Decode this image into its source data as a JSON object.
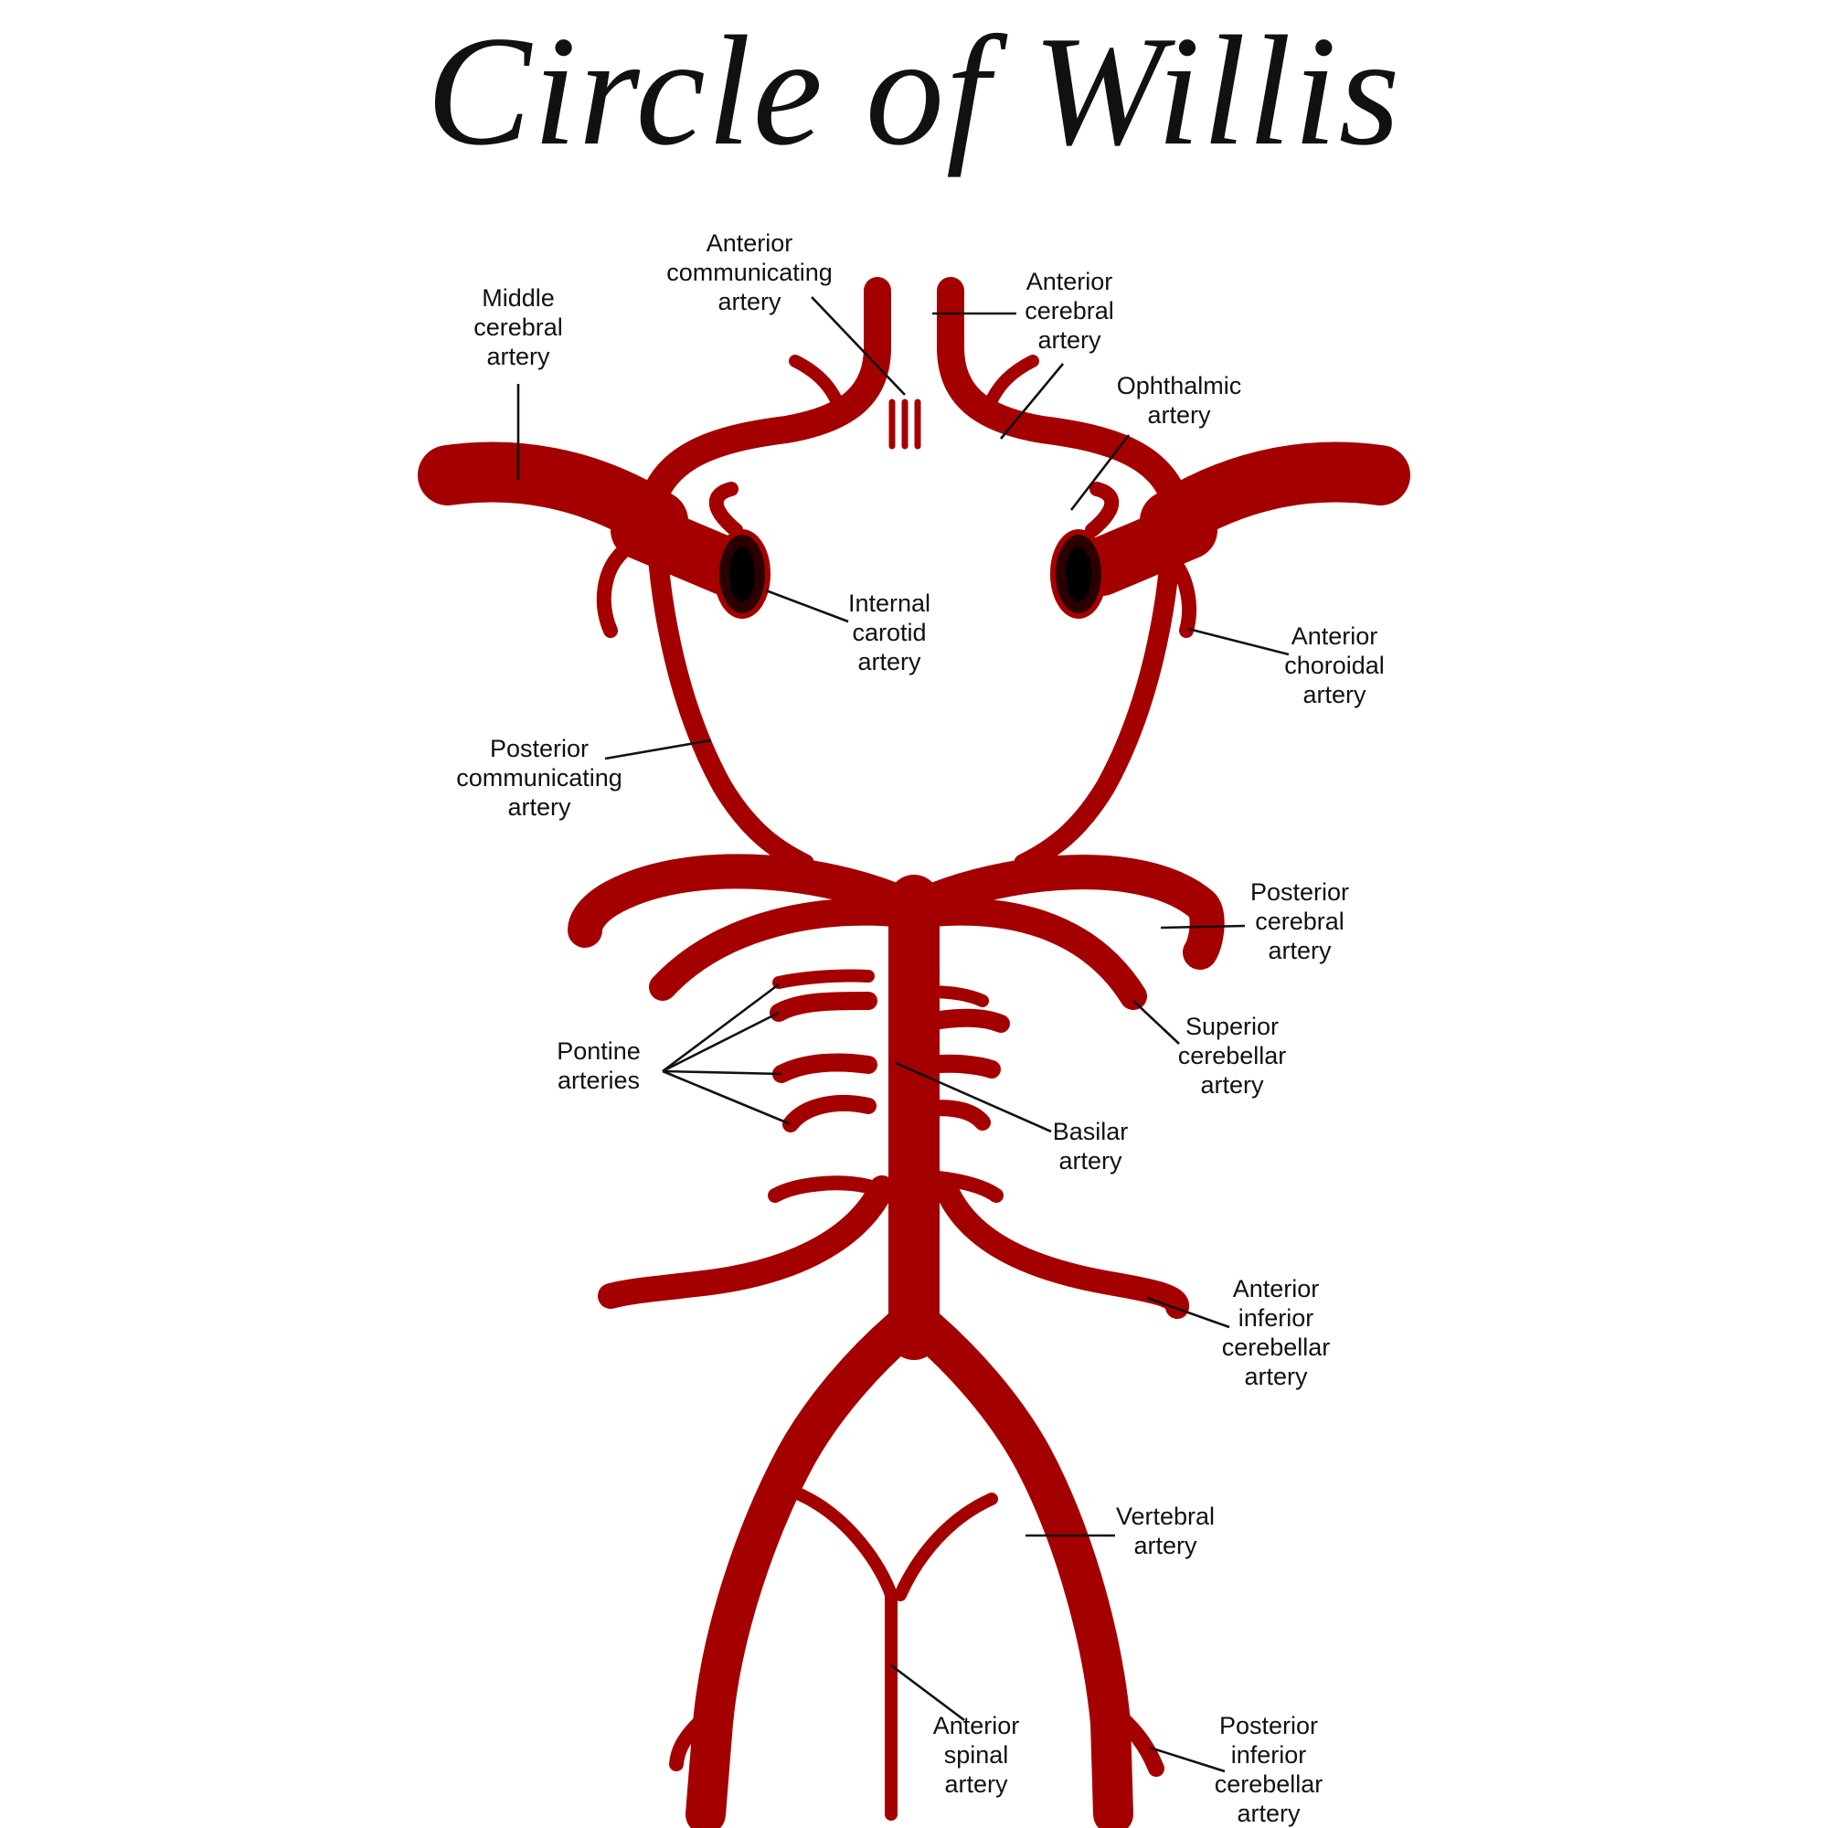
{
  "title": "Circle of Willis",
  "colors": {
    "artery": "#a50000",
    "artery_dark": "#2a0000",
    "text": "#111111",
    "background": "#ffffff"
  },
  "labels": {
    "middle_cerebral": [
      "Middle",
      "cerebral",
      "artery"
    ],
    "anterior_communicating": [
      "Anterior",
      "communicating",
      "artery"
    ],
    "anterior_cerebral": [
      "Anterior",
      "cerebral",
      "artery"
    ],
    "ophthalmic": [
      "Ophthalmic",
      "artery"
    ],
    "internal_carotid": [
      "Internal",
      "carotid",
      "artery"
    ],
    "anterior_choroidal": [
      "Anterior",
      "choroidal",
      "artery"
    ],
    "posterior_communicating": [
      "Posterior",
      "communicating",
      "artery"
    ],
    "posterior_cerebral": [
      "Posterior",
      "cerebral",
      "artery"
    ],
    "superior_cerebellar": [
      "Superior",
      "cerebellar",
      "artery"
    ],
    "pontine": [
      "Pontine",
      "arteries"
    ],
    "basilar": [
      "Basilar",
      "artery"
    ],
    "anterior_inferior_cerebellar": [
      "Anterior",
      "inferior",
      "cerebellar",
      "artery"
    ],
    "vertebral": [
      "Vertebral",
      "artery"
    ],
    "anterior_spinal": [
      "Anterior",
      "spinal",
      "artery"
    ],
    "posterior_inferior_cerebellar": [
      "Posterior",
      "inferior",
      "cerebellar",
      "artery"
    ]
  }
}
